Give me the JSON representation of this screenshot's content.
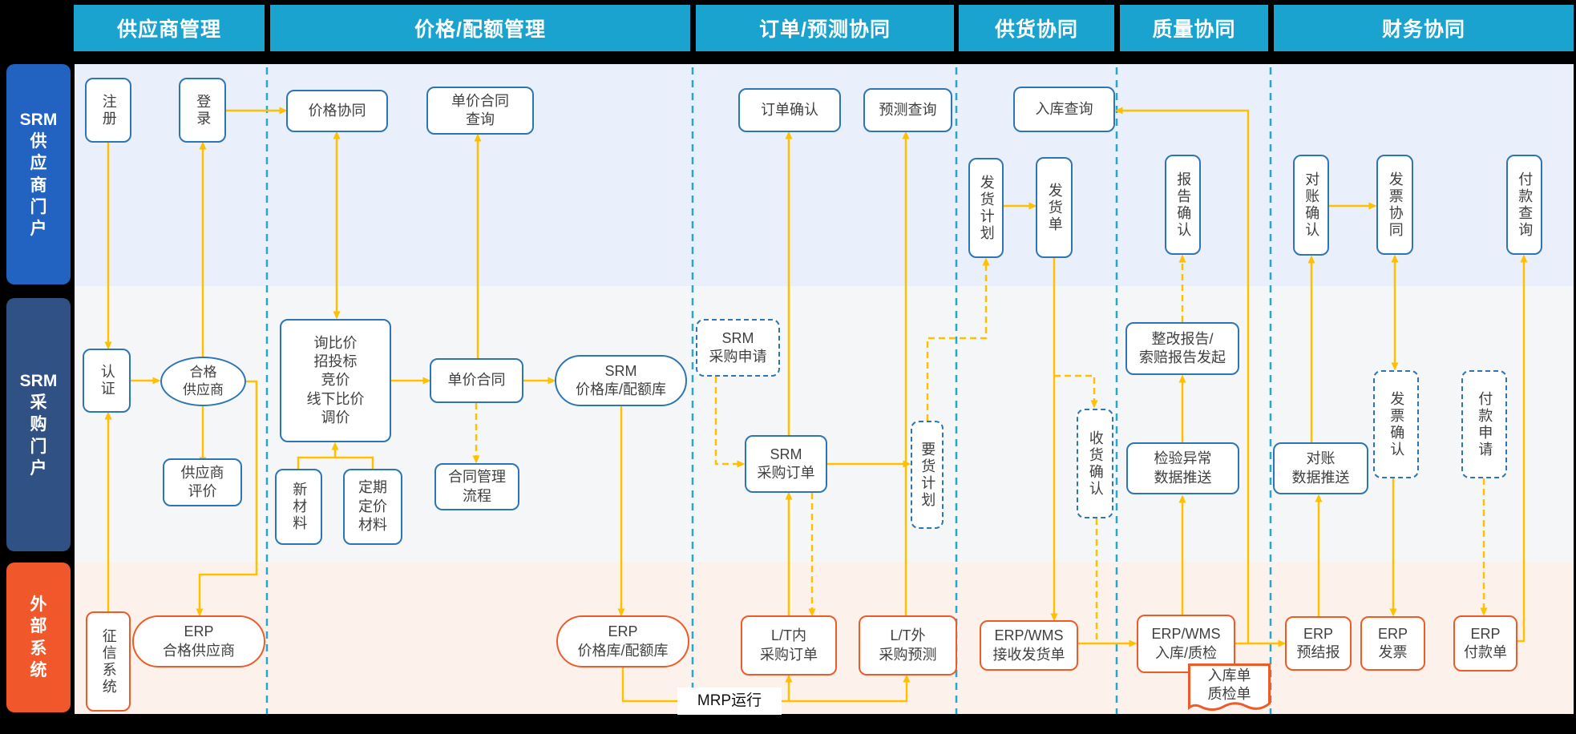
{
  "header": {
    "columns": [
      {
        "label": "供应商管理"
      },
      {
        "label": "价格/配额管理"
      },
      {
        "label": "订单/预测协同"
      },
      {
        "label": "供货协同"
      },
      {
        "label": "质量协同"
      },
      {
        "label": "财务协同"
      }
    ]
  },
  "lanes": {
    "supplier_portal": {
      "label": "SRM\n供\n应\n商\n门\n户"
    },
    "procurement_portal": {
      "label": "SRM\n采\n购\n门\n户"
    },
    "external_systems": {
      "label": "外\n部\n系\n统"
    }
  },
  "nodes": {
    "register": "注册",
    "login": "登录",
    "price_collab": "价格协同",
    "unit_price_contract_query": "单价合同\n查询",
    "order_confirm": "订单确认",
    "forecast_query": "预测查询",
    "inbound_query": "入库查询",
    "delivery_plan": "发货计划",
    "delivery_note": "发货单",
    "report_confirm": "报告确认",
    "recon_confirm": "对账确认",
    "invoice_collab": "发票协同",
    "payment_query": "付款查询",
    "certification": "认证",
    "qualified_supplier": "合格\n供应商",
    "supplier_evaluation": "供应商\n评价",
    "sourcing_methods": "询比价\n招投标\n竞价\n线下比价\n调价",
    "new_material": "新材料",
    "regular_priced_material": "定期\n定价\n材料",
    "unit_price_contract": "单价合同",
    "contract_mgmt_process": "合同管理\n流程",
    "srm_price_quota_lib": "SRM\n价格库/配额库",
    "srm_purchase_request": "SRM\n采购申请",
    "srm_purchase_order": "SRM\n采购订单",
    "demand_plan": "要货计划",
    "receipt_confirm": "收货确认",
    "rectification_claim_report": "整改报告/\n索赔报告发起",
    "inspection_exception_push": "检验异常\n数据推送",
    "recon_data_push": "对账\n数据推送",
    "invoice_confirm": "发票确认",
    "payment_request": "付款申请",
    "credit_system": "征信系统",
    "erp_qualified_supplier": "ERP\n合格供应商",
    "erp_price_quota_lib": "ERP\n价格库/配额库",
    "mrp_run": "MRP运行",
    "lt_in_purchase_order": "L/T内\n采购订单",
    "lt_out_purchase_forecast": "L/T外\n采购预测",
    "erp_wms_receive_delivery": "ERP/WMS\n接收发货单",
    "erp_wms_inbound_qc": "ERP/WMS\n入库/质检",
    "inbound_qc_doc": "入库单\n质检单",
    "erp_pre_settlement": "ERP\n预结报",
    "erp_invoice": "ERP\n发票",
    "erp_payment": "ERP\n付款单"
  },
  "colors": {
    "header_bg": "#1AA3CE",
    "supplier_portal_bg": "#2262C0",
    "procurement_portal_bg": "#2F5183",
    "external_bg": "#F0582B",
    "lane1_bg": "#E9EFFB",
    "lane2_bg": "#F5F6F8",
    "lane3_bg": "#FDF2EB",
    "node_border_blue": "#2E75B6",
    "node_border_orange": "#ED5C28",
    "arrow": "#FFC000",
    "separator": "#2BA6CB",
    "canvas_bg": "#000000"
  }
}
